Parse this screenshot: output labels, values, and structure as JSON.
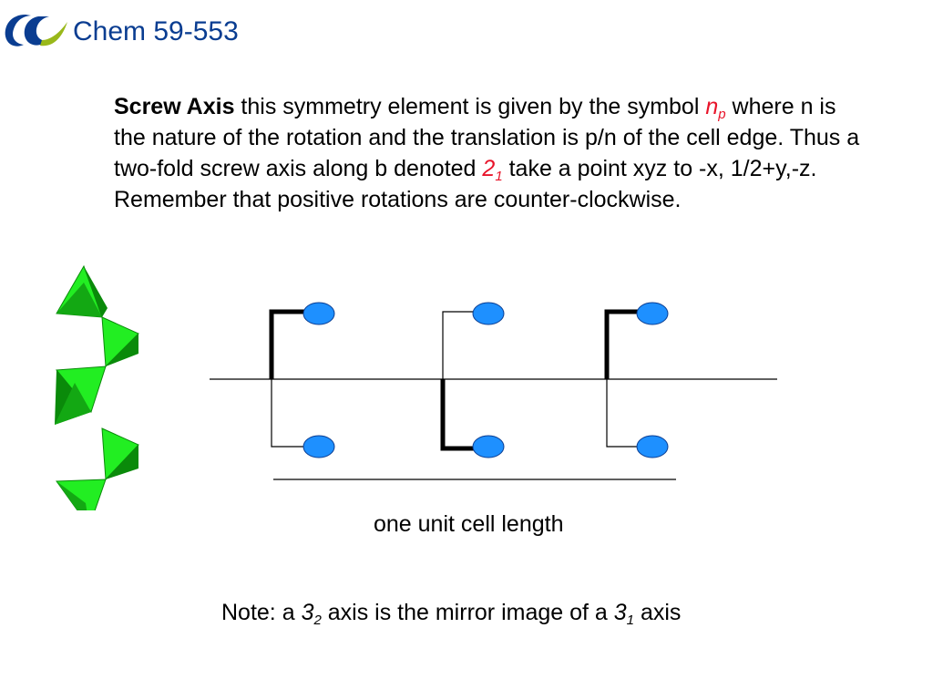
{
  "header": {
    "title": "Chem 59-553"
  },
  "body": {
    "term": "Screw Axis",
    "intro": " this symmetry element is given by the symbol ",
    "symbol_main": "n",
    "symbol_sub": "p",
    "sentence2": " where n is the nature of the rotation and the translation is p/n of the cell edge. Thus a two-fold screw axis along b denoted ",
    "symbol2_main": "2",
    "symbol2_sub": "1",
    "sentence3": " take a point xyz to -x, 1/2+y,-z.  Remember that positive rotations are counter-clockwise."
  },
  "diagram": {
    "unit_label": "one unit cell length"
  },
  "note": {
    "prefix": "Note: a ",
    "sym1_main": "3",
    "sym1_sub": "2",
    "middle": " axis is the mirror image of a ",
    "sym2_main": "3",
    "sym2_sub": "1",
    "suffix": " axis"
  },
  "colors": {
    "title_blue": "#0a3d91",
    "accent_red": "#e8142a",
    "atom_blue": "#1e90ff",
    "poly_green_light": "#22ee22",
    "poly_green_dark": "#0a8a0a",
    "logo_green": "#99b81a"
  }
}
